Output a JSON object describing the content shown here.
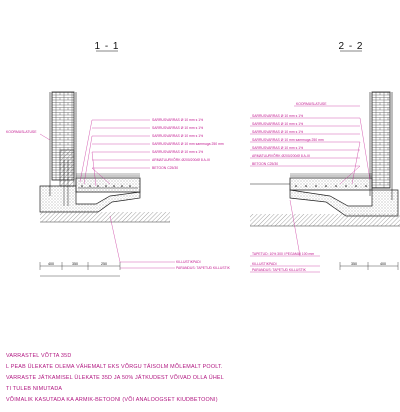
{
  "sections": [
    {
      "title": "1 - 1"
    },
    {
      "title": "2 - 2"
    }
  ],
  "left_callouts": [
    "SARRUSVARRAS Ø 10 mm s 1%",
    "SARRUSVARRAS Ø 10 mm s 1%",
    "SARRUSVARRAS Ø 10 mm s 1%",
    "SARRUSVARRAS Ø 10 mm sammuga 250 mm",
    "SARRUSVARRAS Ø 10 mm s 1%",
    "ARMATUURVÕRK Ø200/200/Ø 8 A-III",
    "BETOON C25/30"
  ],
  "left_lower_callouts": [
    "KILLUSTIKPADI",
    "PARANDUS: TAPETUD KILLUSTIK"
  ],
  "left_edge_label": "KOORMUSLATUSE",
  "right_callouts": [
    "KOORMUSLATUSE",
    "SARRUSVARRAS Ø 10 mm s 1%",
    "SARRUSVARRAS Ø 10 mm s 1%",
    "SARRUSVARRAS Ø 10 mm s 1%",
    "SARRUSVARRAS Ø 10 mm sammuga 250 mm",
    "SARRUSVARRAS Ø 10 mm s 1%",
    "ARMATUURVÕRK Ø200/200/Ø 8 A-III",
    "BETOON C25/30"
  ],
  "right_lower_callouts": [
    "TAPETUD: 10% 300 l PEGAMAI 100 mm",
    "KILLUSTIKPADI",
    "PARANDUS: TAPETUD KILLUSTIK"
  ],
  "left_dims": [
    "400",
    "350",
    "250"
  ],
  "right_dims": [
    "350",
    "400"
  ],
  "notes": [
    "VARRASTEL VÕTTA 35D",
    "L PEAB ÜLEKATE OLEMA VÄHEMALT EKS VÕRGU TÄISOLM MÕLEMALT POOLT.",
    "VARRASTE JÄTKAMISEL ÜLEKATE 35D JA 50% JÄTKUDEST VÕIVAD OLLA ÜHEL",
    "TI TULEB NIMUTADA",
    "VÕIMALIK KASUTADA KA ARMIK-BETOONI (VÕI ANALOOGSET KIUDBETOONI)"
  ],
  "colors": {
    "line": "#1a1a1a",
    "callout": "#c2188f",
    "note": "#b0147f",
    "hatch": "#555555"
  }
}
